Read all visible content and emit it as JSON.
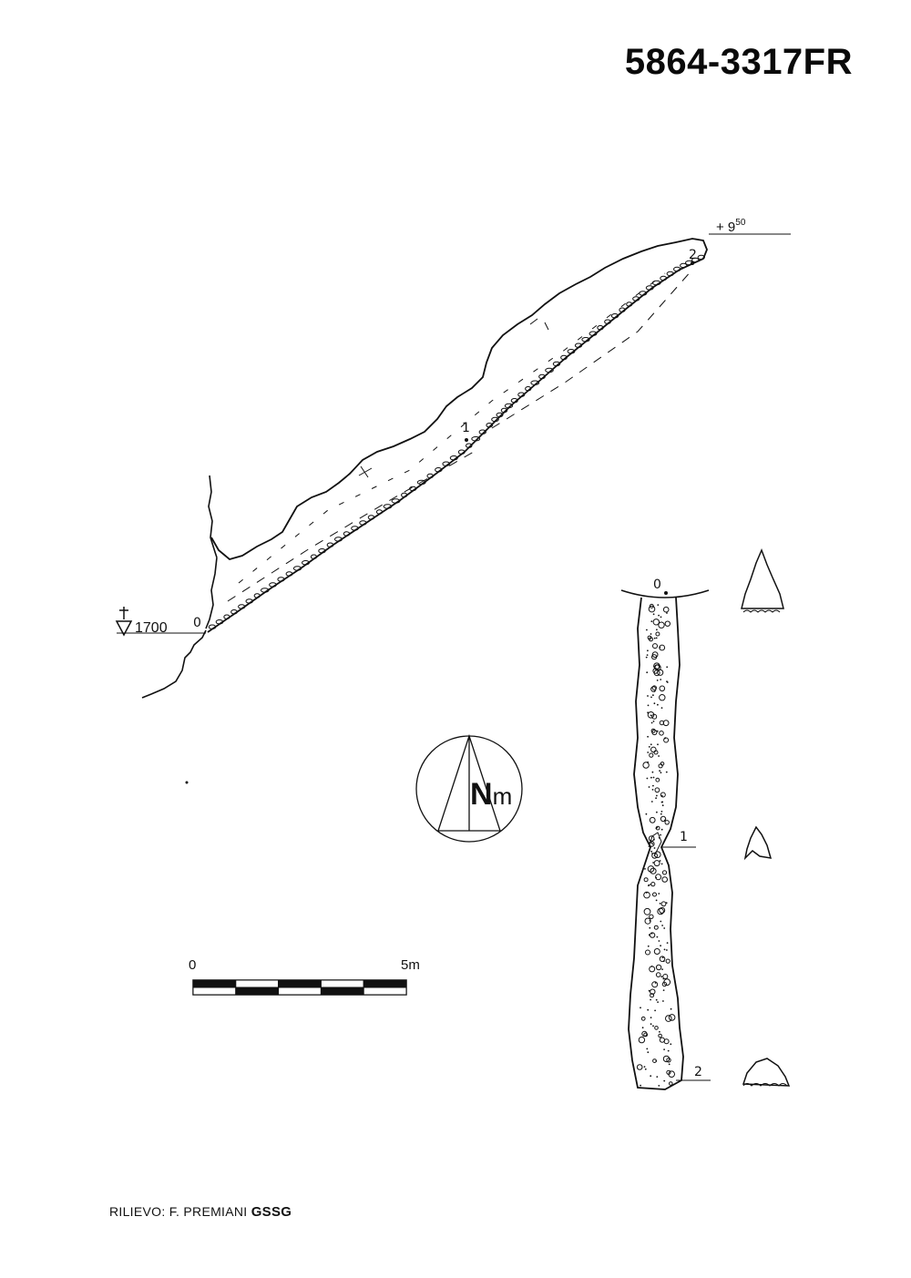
{
  "cave_id": "5864-3317FR",
  "survey_credit": {
    "prefix": "RILIEVO: F. PREMIANI",
    "group": "GSSG"
  },
  "section_view": {
    "entrance_elevation": "1700",
    "top_height_base": "+ 9",
    "top_height_sup": "50",
    "stations": [
      "0",
      "1",
      "2"
    ]
  },
  "plan_view": {
    "stations": [
      "0",
      "1",
      "2"
    ]
  },
  "north_arrow": {
    "label_big": "N",
    "label_small": "m"
  },
  "scale_bar": {
    "start_label": "0",
    "end_label": "5m",
    "segments": 5
  }
}
